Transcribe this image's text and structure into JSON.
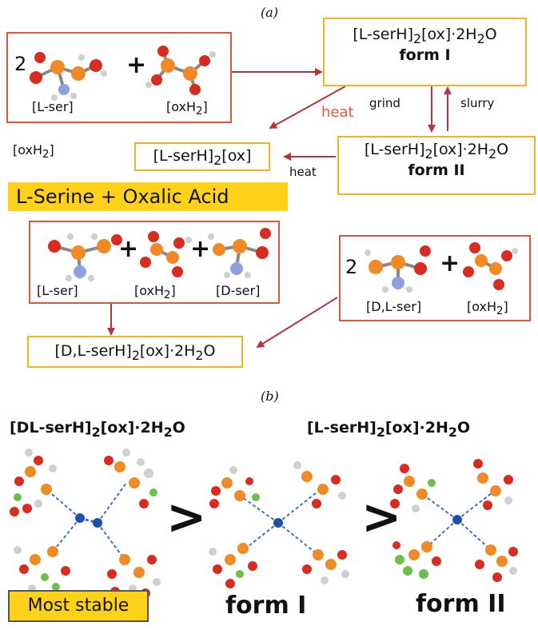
{
  "panel_a": {
    "label": "(a)",
    "reactants_top": {
      "coef": "2",
      "lser": "[L-ser]",
      "oxh2": "[oxH",
      "oxh2_sub": "2",
      "oxh2_end": "]"
    },
    "form1": {
      "formula_a": "[L-serH]",
      "sub1": "2",
      "formula_b": "[ox]·2H",
      "sub2": "2",
      "formula_c": "O",
      "name": "form I"
    },
    "form2": {
      "formula_a": "[L-serH]",
      "sub1": "2",
      "formula_b": "[ox]·2H",
      "sub2": "2",
      "formula_c": "O",
      "name": "form II"
    },
    "anhydrous": {
      "formula_a": "[L-serH]",
      "sub1": "2",
      "formula_b": "[ox]"
    },
    "stray_label": {
      "a": "[oxH",
      "sub": "2",
      "b": "]"
    },
    "arrows": {
      "heat_red": "heat",
      "grind": "grind",
      "slurry": "slurry",
      "heat": "heat"
    },
    "banner": "L-Serine + Oxalic Acid",
    "mixture": {
      "lser": "[L-ser]",
      "oxh2": "[oxH",
      "oxh2_sub": "2",
      "oxh2_end": "]",
      "dser": "[D-ser]"
    },
    "racemic": {
      "coef": "2",
      "dlser": "[D,L-ser]",
      "oxh2": "[oxH",
      "oxh2_sub": "2",
      "oxh2_end": "]"
    },
    "product": {
      "formula_a": "[D,L-serH]",
      "sub1": "2",
      "formula_b": "[ox]·2H",
      "sub2": "2",
      "formula_c": "O"
    }
  },
  "panel_b": {
    "label": "(b)",
    "title_left": {
      "a": "[DL-serH]",
      "sub1": "2",
      "b": "[ox]·2H",
      "sub2": "2",
      "c": "O"
    },
    "title_right": {
      "a": "[L-serH]",
      "sub1": "2",
      "b": "[ox]·2H",
      "sub2": "2",
      "c": "O"
    },
    "gt1": ">",
    "gt2": ">",
    "most_stable": "Most stable",
    "form1": "form I",
    "form2": "form II"
  },
  "colors": {
    "red_box": "#d8573f",
    "yellow_box": "#f0b323",
    "arrow": "#b5343a",
    "carbon": "#f08a24",
    "oxygen": "#d92b1f",
    "nitrogen": "#8ea0e0",
    "hydrogen": "#cfcfcf",
    "chlorine_green": "#6cc04a",
    "banner": "#ffd21a"
  }
}
